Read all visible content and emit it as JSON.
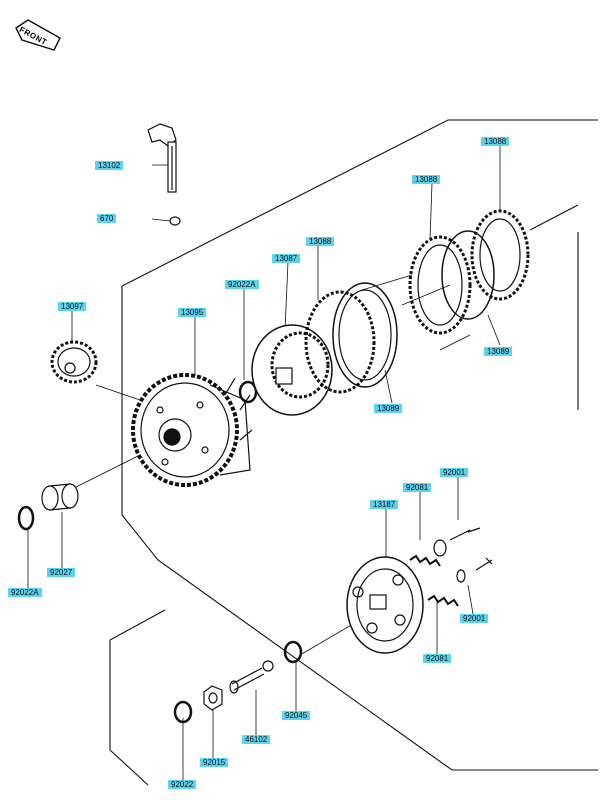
{
  "diagram": {
    "highlight_color": "#5ed3ee",
    "front_label": "FRONT",
    "parts": [
      {
        "id": "p13102",
        "label": "13102"
      },
      {
        "id": "p670",
        "label": "670"
      },
      {
        "id": "p13088a",
        "label": "13088"
      },
      {
        "id": "p13088b",
        "label": "13088"
      },
      {
        "id": "p13088c",
        "label": "13088"
      },
      {
        "id": "p13087",
        "label": "13087"
      },
      {
        "id": "p92022A_top",
        "label": "92022A"
      },
      {
        "id": "p13097",
        "label": "13097"
      },
      {
        "id": "p13095",
        "label": "13095"
      },
      {
        "id": "p13089a",
        "label": "13089"
      },
      {
        "id": "p13089b",
        "label": "13089"
      },
      {
        "id": "p92001a",
        "label": "92001"
      },
      {
        "id": "p92081a",
        "label": "92081"
      },
      {
        "id": "p13187",
        "label": "13187"
      },
      {
        "id": "p92027",
        "label": "92027"
      },
      {
        "id": "p92022A_bot",
        "label": "92022A"
      },
      {
        "id": "p92001b",
        "label": "92001"
      },
      {
        "id": "p92081b",
        "label": "92081"
      },
      {
        "id": "p92045",
        "label": "92045"
      },
      {
        "id": "p46102",
        "label": "46102"
      },
      {
        "id": "p92015",
        "label": "92015"
      },
      {
        "id": "p92022",
        "label": "92022"
      }
    ]
  }
}
